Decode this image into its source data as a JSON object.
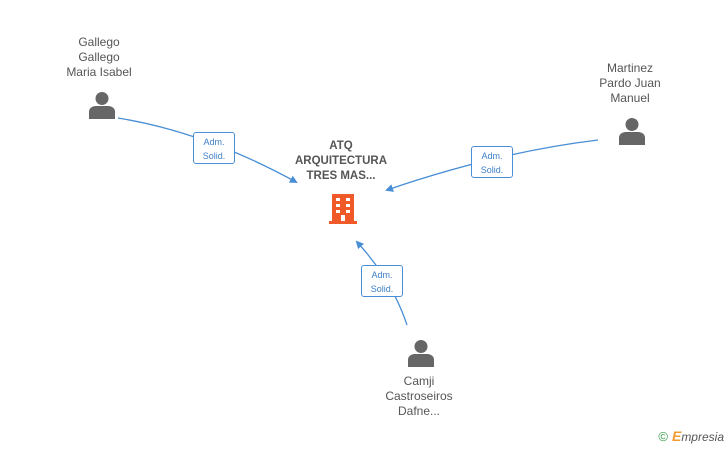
{
  "company": {
    "name_lines": [
      "ATQ",
      "ARQUITECTURA",
      "TRES MAS..."
    ],
    "icon": "building-icon",
    "color": "#f05a28"
  },
  "people": [
    {
      "id": "gallego",
      "name_lines": [
        "Gallego",
        "Gallego",
        "Maria Isabel"
      ],
      "icon": "person-icon"
    },
    {
      "id": "martinez",
      "name_lines": [
        "Martinez",
        "Pardo Juan",
        "Manuel"
      ],
      "icon": "person-icon"
    },
    {
      "id": "camji",
      "name_lines": [
        "Camji",
        "Castroseiros",
        "Dafne..."
      ],
      "icon": "person-icon"
    }
  ],
  "relations": [
    {
      "from": "gallego",
      "label_lines": [
        "Adm.",
        "Solid."
      ]
    },
    {
      "from": "martinez",
      "label_lines": [
        "Adm.",
        "Solid."
      ]
    },
    {
      "from": "camji",
      "label_lines": [
        "Adm.",
        "Solid."
      ]
    }
  ],
  "edge_color": "#4a8fd6",
  "watermark": {
    "symbol": "©",
    "brand_first": "E",
    "brand_rest": "mpresia"
  }
}
